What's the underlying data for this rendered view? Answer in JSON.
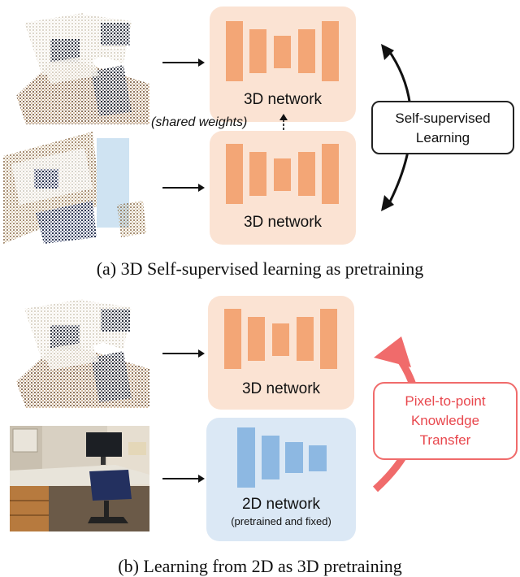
{
  "panel_a": {
    "top_network_label": "3D network",
    "bottom_network_label": "3D network",
    "shared_weights_label": "(shared weights)",
    "ssl_box": {
      "line1": "Self-supervised",
      "line2": "Learning"
    },
    "caption": "(a) 3D Self-supervised learning as pretraining"
  },
  "panel_b": {
    "network_3d_label": "3D network",
    "network_2d_label": "2D network",
    "network_2d_sublabel": "(pretrained and fixed)",
    "transfer_box": {
      "line1": "Pixel-to-point",
      "line2": "Knowledge",
      "line3": "Transfer"
    },
    "caption": "(b) Learning from 2D as 3D pretraining"
  },
  "colors": {
    "net_3d_fill": "#fbe3d3",
    "net_3d_bars": "#f3a676",
    "net_2d_fill": "#dbe8f5",
    "net_2d_bars": "#8db8e2",
    "transfer_accent": "#f06b6b"
  }
}
